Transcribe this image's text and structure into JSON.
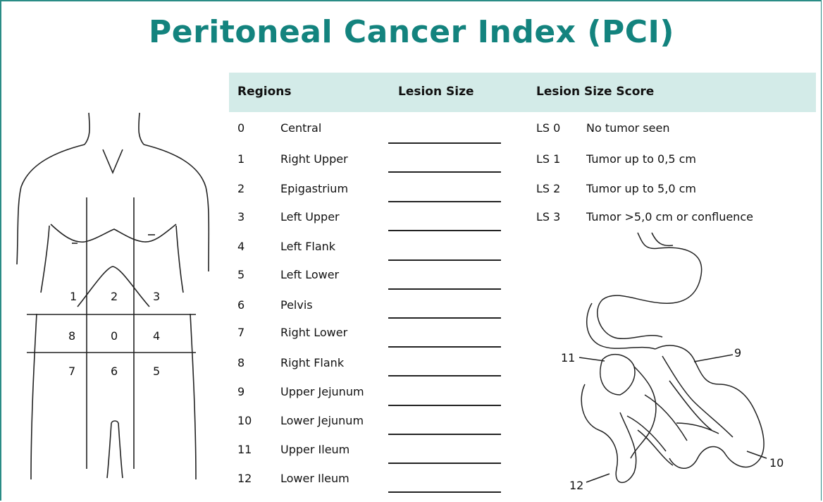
{
  "title": "Peritoneal Cancer Index (PCI)",
  "table_header": {
    "regions": "Regions",
    "lesion_size": "Lesion Size",
    "lesion_size_score": "Lesion Size Score"
  },
  "regions": [
    {
      "num": "0",
      "name": "Central"
    },
    {
      "num": "1",
      "name": "Right Upper"
    },
    {
      "num": "2",
      "name": "Epigastrium"
    },
    {
      "num": "3",
      "name": "Left Upper"
    },
    {
      "num": "4",
      "name": "Left Flank"
    },
    {
      "num": "5",
      "name": "Left Lower"
    },
    {
      "num": "6",
      "name": "Pelvis"
    },
    {
      "num": "7",
      "name": "Right Lower"
    },
    {
      "num": "8",
      "name": "Right Flank"
    },
    {
      "num": "9",
      "name": "Upper Jejunum"
    },
    {
      "num": "10",
      "name": "Lower Jejunum"
    },
    {
      "num": "11",
      "name": "Upper Ileum"
    },
    {
      "num": "12",
      "name": "Lower Ileum"
    }
  ],
  "lesion_scores": [
    {
      "code": "LS 0",
      "desc": "No tumor seen"
    },
    {
      "code": "LS 1",
      "desc": "Tumor up to 0,5 cm"
    },
    {
      "code": "LS 2",
      "desc": "Tumor up to 5,0 cm"
    },
    {
      "code": "LS 3",
      "desc": "Tumor >5,0 cm or confluence"
    }
  ],
  "body_grid_labels": [
    "1",
    "2",
    "3",
    "8",
    "0",
    "4",
    "7",
    "6",
    "5"
  ],
  "intestine_labels": [
    "11",
    "9",
    "10",
    "12"
  ],
  "colors": {
    "accent": "#13837e",
    "header_band": "#d3ebe8",
    "frame": "#2a8c86"
  }
}
